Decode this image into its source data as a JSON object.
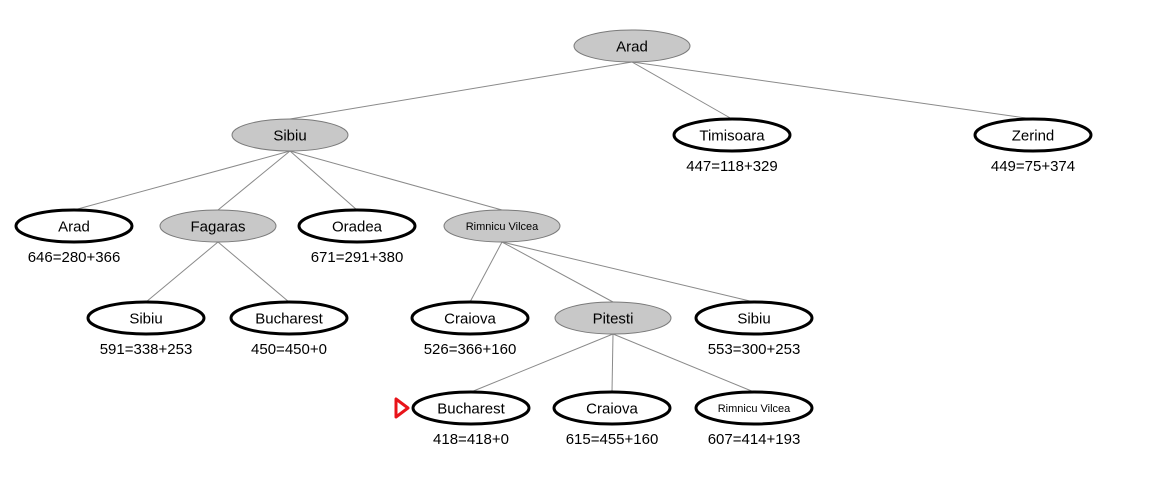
{
  "tree": {
    "colors": {
      "expanded_fill": "#c8c8c8",
      "frontier_fill": "#ffffff",
      "edge": "#8a8a8a",
      "marker": "#e8141a"
    },
    "nodes": [
      {
        "id": "n-arad-root",
        "label": "Arad",
        "state": "expanded",
        "parent": null
      },
      {
        "id": "n-sibiu",
        "label": "Sibiu",
        "state": "expanded",
        "parent": "n-arad-root"
      },
      {
        "id": "n-timisoara",
        "label": "Timisoara",
        "state": "frontier",
        "cost": "447=118+329",
        "parent": "n-arad-root"
      },
      {
        "id": "n-zerind",
        "label": "Zerind",
        "state": "frontier",
        "cost": "449=75+374",
        "parent": "n-arad-root"
      },
      {
        "id": "n-arad-2",
        "label": "Arad",
        "state": "frontier",
        "cost": "646=280+366",
        "parent": "n-sibiu"
      },
      {
        "id": "n-fagaras",
        "label": "Fagaras",
        "state": "expanded",
        "parent": "n-sibiu"
      },
      {
        "id": "n-oradea",
        "label": "Oradea",
        "state": "frontier",
        "cost": "671=291+380",
        "parent": "n-sibiu"
      },
      {
        "id": "n-rimnicu-vilcea",
        "label": "Rimnicu Vilcea",
        "state": "expanded",
        "parent": "n-sibiu"
      },
      {
        "id": "n-sibiu-2",
        "label": "Sibiu",
        "state": "frontier",
        "cost": "591=338+253",
        "parent": "n-fagaras"
      },
      {
        "id": "n-bucharest-1",
        "label": "Bucharest",
        "state": "frontier",
        "cost": "450=450+0",
        "parent": "n-fagaras"
      },
      {
        "id": "n-craiova-1",
        "label": "Craiova",
        "state": "frontier",
        "cost": "526=366+160",
        "parent": "n-rimnicu-vilcea"
      },
      {
        "id": "n-pitesti",
        "label": "Pitesti",
        "state": "expanded",
        "parent": "n-rimnicu-vilcea"
      },
      {
        "id": "n-sibiu-3",
        "label": "Sibiu",
        "state": "frontier",
        "cost": "553=300+253",
        "parent": "n-rimnicu-vilcea"
      },
      {
        "id": "n-bucharest-2",
        "label": "Bucharest",
        "state": "frontier",
        "cost": "418=418+0",
        "parent": "n-pitesti",
        "marked": true
      },
      {
        "id": "n-craiova-2",
        "label": "Craiova",
        "state": "frontier",
        "cost": "615=455+160",
        "parent": "n-pitesti"
      },
      {
        "id": "n-rimnicu-vilcea-2",
        "label": "Rimnicu Vilcea",
        "state": "frontier",
        "cost": "607=414+193",
        "parent": "n-pitesti"
      }
    ]
  }
}
